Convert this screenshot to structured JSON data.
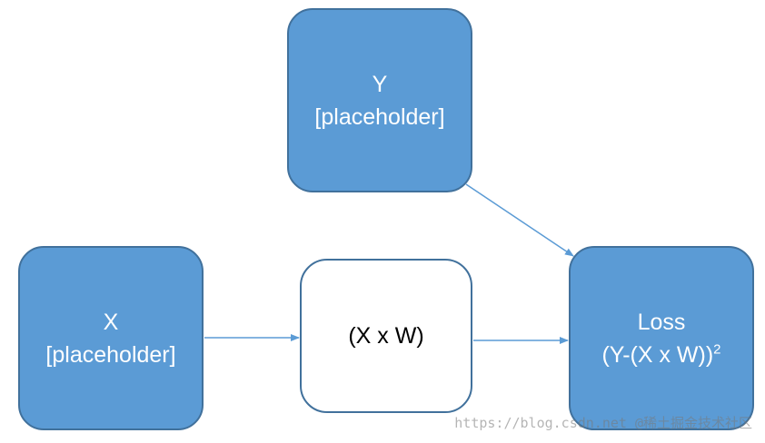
{
  "nodes": {
    "y": {
      "title": "Y",
      "subtitle": "[placeholder]"
    },
    "x": {
      "title": "X",
      "subtitle": "[placeholder]"
    },
    "xw": {
      "label": "(X x W)"
    },
    "loss": {
      "title": "Loss",
      "formula": "(Y-(X x W))",
      "exponent": "2"
    }
  },
  "watermark": "https://blog.csdn.net @稀土掘金技术社区",
  "colors": {
    "node_fill": "#5b9bd5",
    "node_border": "#41719c",
    "arrow": "#5b9bd5"
  }
}
